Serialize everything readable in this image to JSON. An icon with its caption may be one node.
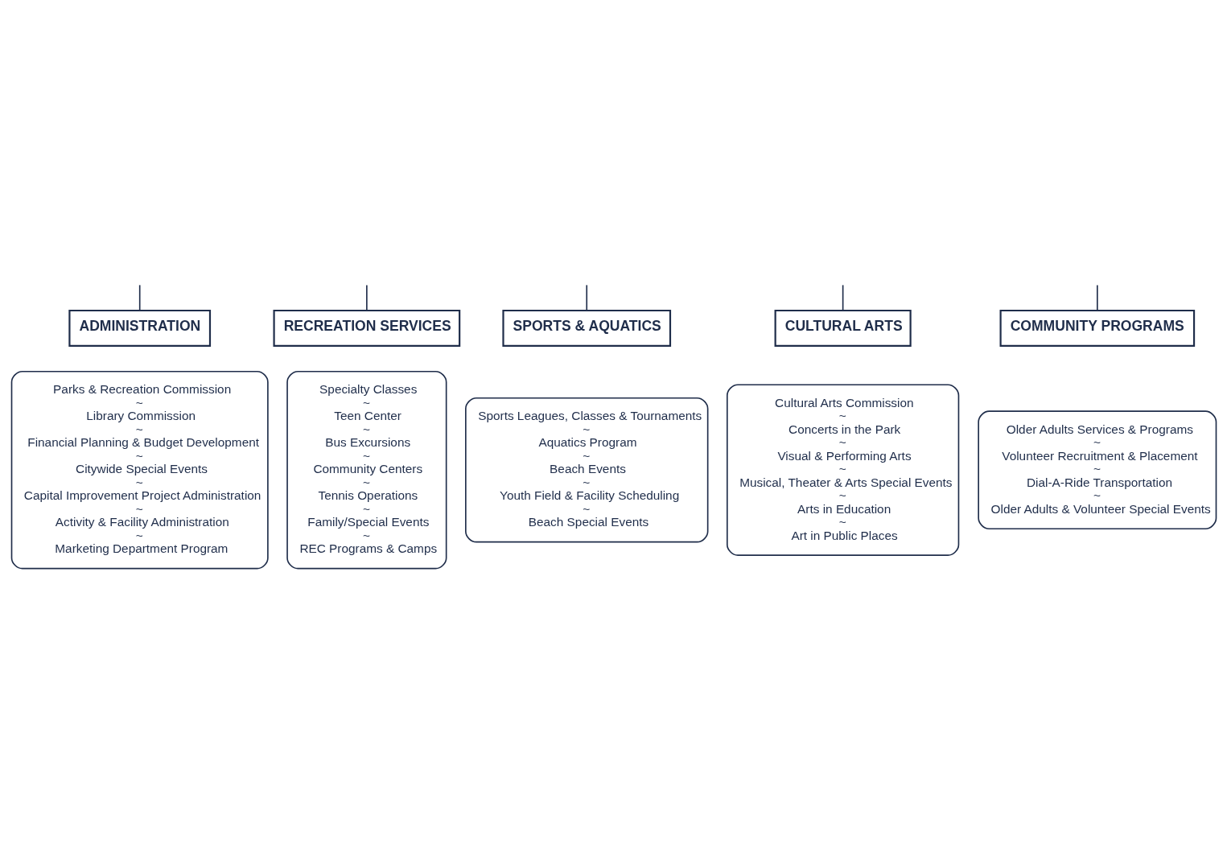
{
  "diagram": {
    "nodes": [
      {
        "text": [
          "ADMINISTRATION"
        ]
      },
      {
        "text": [
          "RECREATION SERVICES"
        ]
      },
      {
        "text": [
          "SPORTS & AQUATICS"
        ]
      },
      {
        "text": [
          "CULTURAL ARTS"
        ]
      },
      {
        "text": [
          "COMMUNITY PROGRAMS"
        ]
      },
      {
        "text": [
          "Parks & Recreation Commission",
          "~",
          "Library Commission",
          "~",
          "Financial Planning & Budget Development",
          "~",
          "Citywide Special Events",
          "~",
          "Capital Improvement Project Administration",
          "~",
          "Activity & Facility Administration",
          "~",
          "Marketing Department Program"
        ]
      },
      {
        "text": [
          "Specialty Classes",
          "~",
          "Teen Center",
          "~",
          "Bus Excursions",
          "~",
          "Community Centers",
          "~",
          "Tennis Operations",
          "~",
          "Family/Special Events",
          "~",
          "REC Programs & Camps"
        ]
      },
      {
        "text": [
          "Sports Leagues, Classes & Tournaments",
          "~",
          "Aquatics Program",
          "~",
          "Beach Events",
          "~",
          "Youth Field & Facility Scheduling",
          "~",
          "Beach Special Events"
        ]
      },
      {
        "text": [
          "Cultural Arts Commission",
          "~",
          "Concerts in the Park",
          "~",
          "Visual & Performing Arts",
          "~",
          "Musical, Theater & Arts Special Events",
          "~",
          "Arts in Education",
          "~",
          "Art in Public Places"
        ]
      },
      {
        "text": [
          "Older Adults Services & Programs",
          "~",
          "Volunteer Recruitment & Placement",
          "~",
          "Dial-A-Ride Transportation",
          "~",
          "Older Adults & Volunteer Special Events"
        ]
      }
    ],
    "edges": [
      {
        "from": null,
        "to": 0,
        "arrow": "none"
      },
      {
        "from": null,
        "to": 1,
        "arrow": "none"
      },
      {
        "from": null,
        "to": 2,
        "arrow": "none"
      },
      {
        "from": null,
        "to": 3,
        "arrow": "none"
      },
      {
        "from": null,
        "to": 4,
        "arrow": "none"
      }
    ]
  }
}
